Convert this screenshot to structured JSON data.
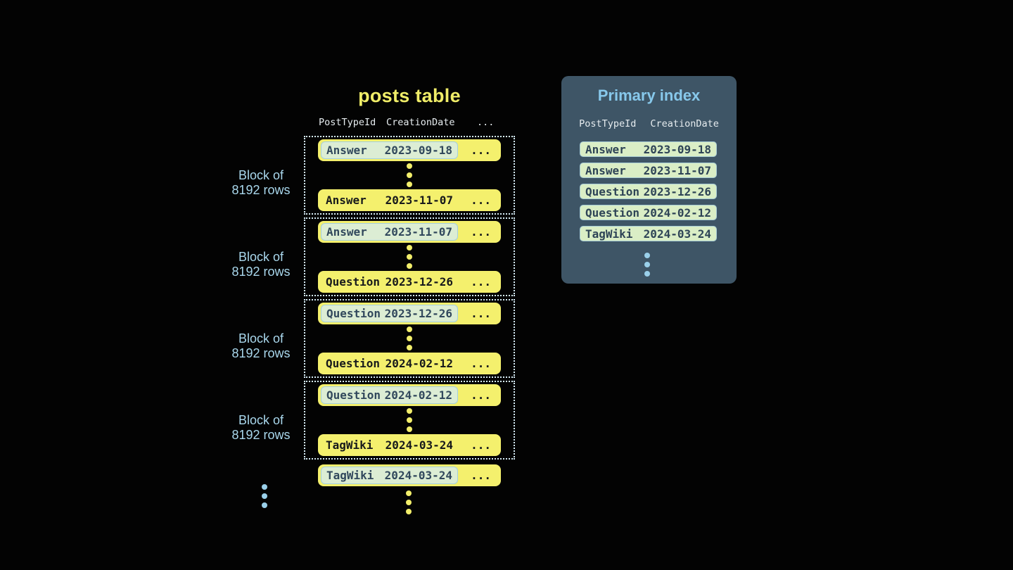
{
  "colors": {
    "background": "#030303",
    "row_yellow": "#f4f06d",
    "title_yellow": "#f0ed68",
    "highlight_green": "#dcedd4",
    "highlight_border_blue": "#a3cfdf",
    "dark_text": "#17191b",
    "slate_text": "#31485c",
    "dotted_border": "#d6ecf6",
    "panel_background": "#3e5566",
    "panel_title_blue": "#87c8eb",
    "label_blue": "#a9d7ec",
    "dot_blue": "#9ad0ea",
    "dot_yellow": "#f2ee6b"
  },
  "posts_table": {
    "title": "posts table",
    "columns": [
      "PostTypeId",
      "CreationDate",
      "..."
    ],
    "ellipsis": "...",
    "block_label": {
      "line1": "Block of",
      "line2": "8192 rows"
    },
    "blocks": [
      {
        "first": {
          "type": "Answer",
          "date": "2023-09-18"
        },
        "last": {
          "type": "Answer",
          "date": "2023-11-07"
        }
      },
      {
        "first": {
          "type": "Answer",
          "date": "2023-11-07"
        },
        "last": {
          "type": "Question",
          "date": "2023-12-26"
        }
      },
      {
        "first": {
          "type": "Question",
          "date": "2023-12-26"
        },
        "last": {
          "type": "Question",
          "date": "2024-02-12"
        }
      },
      {
        "first": {
          "type": "Question",
          "date": "2024-02-12"
        },
        "last": {
          "type": "TagWiki",
          "date": "2024-03-24"
        }
      }
    ],
    "overflow_row": {
      "type": "TagWiki",
      "date": "2024-03-24"
    }
  },
  "primary_index": {
    "title": "Primary index",
    "columns": [
      "PostTypeId",
      "CreationDate"
    ],
    "rows": [
      {
        "type": "Answer",
        "date": "2023-09-18"
      },
      {
        "type": "Answer",
        "date": "2023-11-07"
      },
      {
        "type": "Question",
        "date": "2023-12-26"
      },
      {
        "type": "Question",
        "date": "2024-02-12"
      },
      {
        "type": "TagWiki",
        "date": "2024-03-24"
      }
    ]
  }
}
